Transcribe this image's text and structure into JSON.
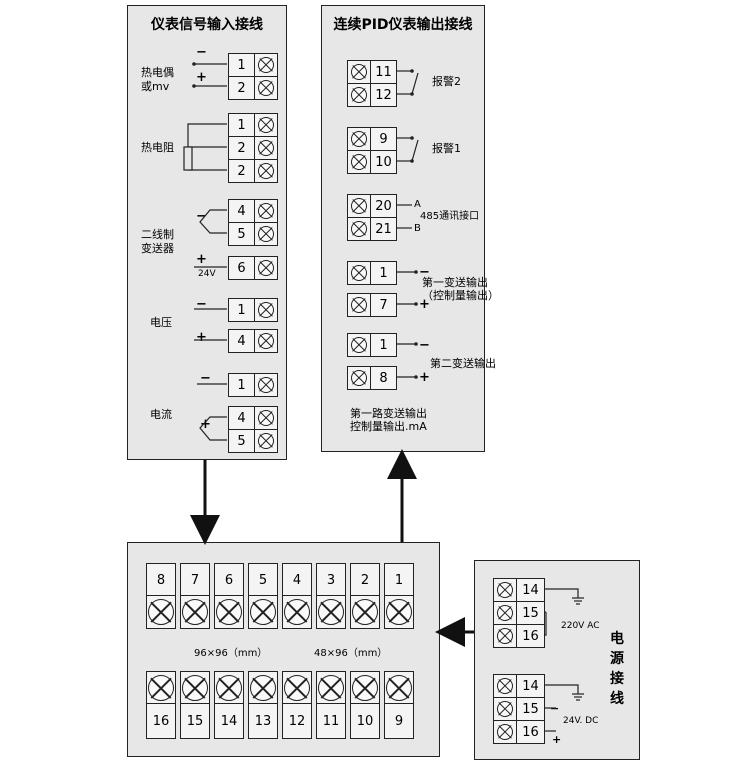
{
  "input_panel": {
    "title": "仪表信号输入接线",
    "labels": {
      "thermocouple_line1": "热电偶",
      "thermocouple_line2": "或mv",
      "rtd": "热电阻",
      "transmitter_line1": "二线制",
      "transmitter_line2": "变送器",
      "v24": "24V",
      "voltage": "电压",
      "current": "电流"
    },
    "signs": {
      "minus": "−",
      "plus": "+"
    },
    "terminals": [
      "1",
      "2",
      "1",
      "2",
      "2",
      "4",
      "5",
      "6",
      "1",
      "4",
      "1",
      "4",
      "5"
    ]
  },
  "output_panel": {
    "title": "连续PID仪表输出接线",
    "labels": {
      "alarm2": "报警2",
      "alarm1": "报警1",
      "a": "A",
      "b": "B",
      "comm": "485通讯接口",
      "out1_line1": "第一变送输出",
      "out1_line2": "（控制量输出）",
      "out2": "第二变送输出",
      "note_line1": "第一路变送输出",
      "note_line2": "控制量输出.mA"
    },
    "signs": {
      "minus": "−",
      "plus": "+"
    },
    "terminals": [
      "11",
      "12",
      "9",
      "10",
      "20",
      "21",
      "1",
      "7",
      "1",
      "8"
    ]
  },
  "main_panel": {
    "top_numbers": [
      "8",
      "7",
      "6",
      "5",
      "4",
      "3",
      "2",
      "1"
    ],
    "bottom_numbers": [
      "16",
      "15",
      "14",
      "13",
      "12",
      "11",
      "10",
      "9"
    ],
    "size_96": "96×96（mm）",
    "size_48": "48×96（mm）"
  },
  "power_panel": {
    "title_chars": [
      "电",
      "源",
      "接",
      "线"
    ],
    "ac_label": "220V  AC",
    "dc_label": "24V. DC",
    "terminals_ac": [
      "14",
      "15",
      "16"
    ],
    "terminals_dc": [
      "14",
      "15",
      "16"
    ],
    "signs": {
      "minus": "−",
      "plus": "+"
    }
  }
}
